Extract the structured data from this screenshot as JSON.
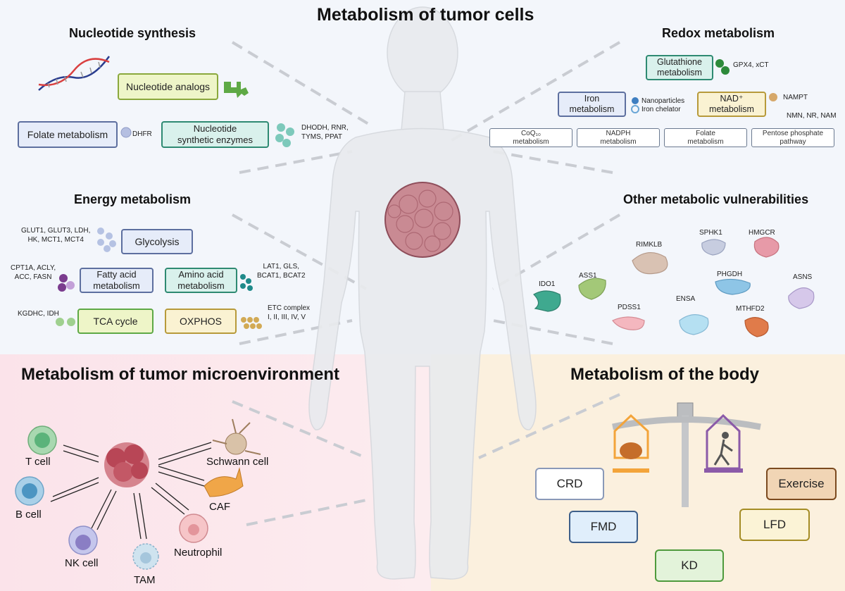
{
  "main_title": "Metabolism of tumor cells",
  "nucleotide": {
    "title": "Nucleotide synthesis",
    "analogs": "Nucleotide analogs",
    "folate": "Folate metabolism",
    "dhfr": "DHFR",
    "enzymes_line1": "Nucleotide",
    "enzymes_line2": "synthetic enzymes",
    "enzymes_targets_line1": "DHODH, RNR,",
    "enzymes_targets_line2": "TYMS, PPAT"
  },
  "redox": {
    "title": "Redox metabolism",
    "glutathione_line1": "Glutathione",
    "glutathione_line2": "metabolism",
    "gpx4": "GPX4, xCT",
    "iron_line1": "Iron",
    "iron_line2": "metabolism",
    "nanoparticles": "Nanoparticles",
    "iron_chelator": "Iron chelator",
    "nad_line1": "NAD⁺",
    "nad_line2": "metabolism",
    "nampt": "NAMPT",
    "nmn": "NMN, NR, NAM",
    "coq_line1": "CoQ₁₀",
    "coq_line2": "metabolism",
    "nadph_line1": "NADPH",
    "nadph_line2": "metabolism",
    "folate_line1": "Folate",
    "folate_line2": "metabolism",
    "ppp_line1": "Pentose phosphate",
    "ppp_line2": "pathway"
  },
  "energy": {
    "title": "Energy metabolism",
    "glut_line1": "GLUT1, GLUT3, LDH,",
    "glut_line2": "HK, MCT1, MCT4",
    "glycolysis": "Glycolysis",
    "cpt_line1": "CPT1A, ACLY,",
    "cpt_line2": "ACC, FASN",
    "fatty_line1": "Fatty acid",
    "fatty_line2": "metabolism",
    "amino_line1": "Amino acid",
    "amino_line2": "metabolism",
    "lat_line1": "LAT1, GLS,",
    "lat_line2": "BCAT1, BCAT2",
    "kgdhc": "KGDHC, IDH",
    "tca": "TCA cycle",
    "oxphos": "OXPHOS",
    "etc_line1": "ETC complex",
    "etc_line2": "I, II, III, IV, V"
  },
  "other": {
    "title": "Other metabolic vulnerabilities",
    "proteins": [
      "RIMKLB",
      "SPHK1",
      "HMGCR",
      "IDO1",
      "ASS1",
      "PHGDH",
      "ASNS",
      "PDSS1",
      "ENSA",
      "MTHFD2"
    ]
  },
  "tme": {
    "title": "Metabolism of tumor microenvironment",
    "cells": [
      "T cell",
      "B cell",
      "NK cell",
      "TAM",
      "Neutrophil",
      "CAF",
      "Schwann cell"
    ]
  },
  "body_metab": {
    "title": "Metabolism of the body",
    "items": [
      "CRD",
      "Exercise",
      "FMD",
      "LFD",
      "KD"
    ]
  },
  "colors": {
    "green_box": "#eef5c8",
    "teal_box": "#d9f1ec",
    "blue_box": "#e6ecf9",
    "yellow_box": "#faf2d2",
    "pink_panel": "#fbe9ee",
    "beige_panel": "#fbefdc"
  }
}
